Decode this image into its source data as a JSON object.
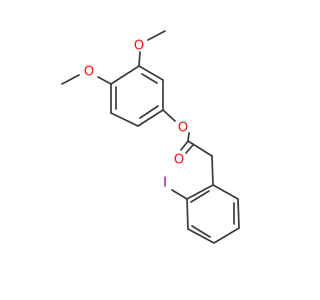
{
  "molecule": {
    "atoms": [
      {
        "id": "o_methoxy_top",
        "symbol": "O",
        "color": "#ff0d0d"
      },
      {
        "id": "o_methoxy_left",
        "symbol": "O",
        "color": "#ff0d0d"
      },
      {
        "id": "o_ester_link",
        "symbol": "O",
        "color": "#ff0d0d"
      },
      {
        "id": "o_carbonyl",
        "symbol": "O",
        "color": "#ff0d0d"
      },
      {
        "id": "iodine",
        "symbol": "I",
        "color": "#940094"
      }
    ],
    "bond_color": "#3a3a3a"
  }
}
